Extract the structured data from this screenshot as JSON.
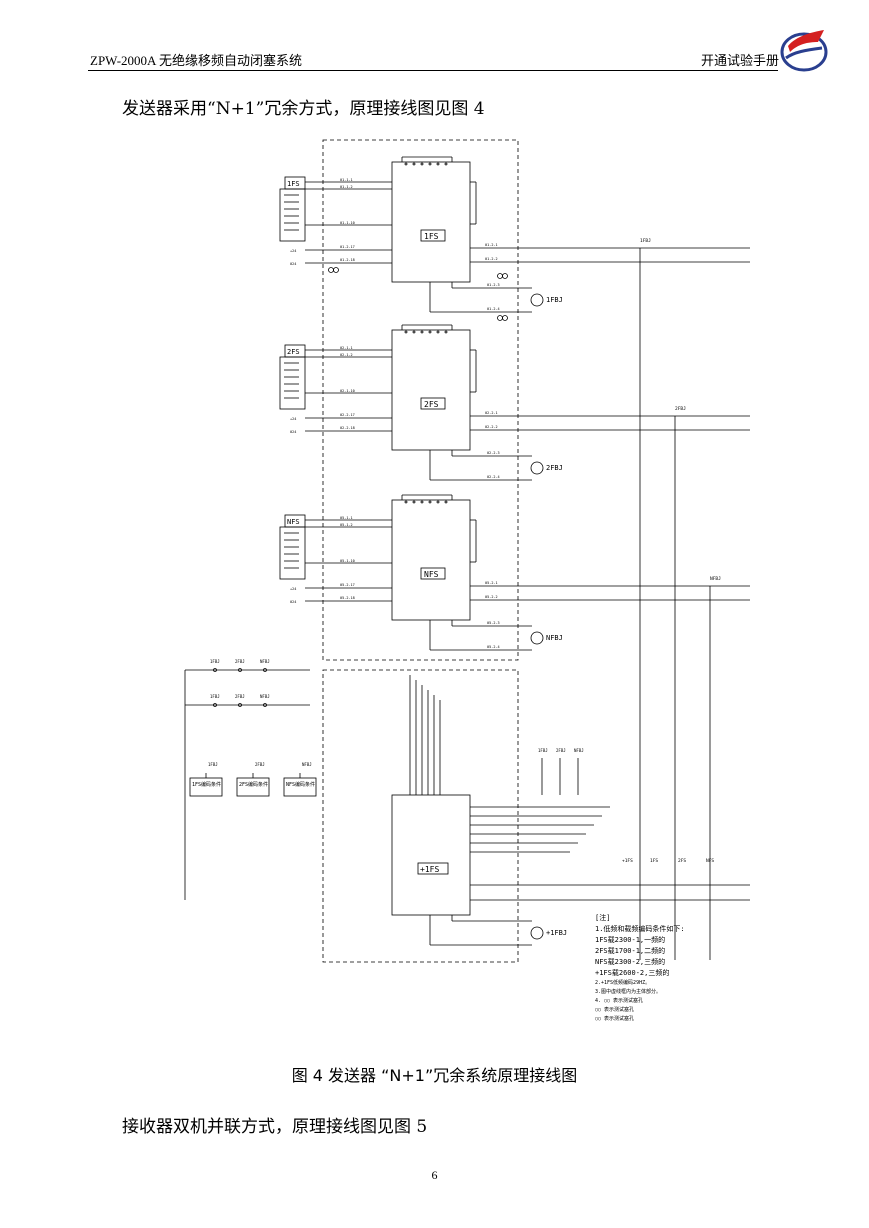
{
  "header": {
    "left_title": "ZPW-2000A 无绝缘移频自动闭塞系统",
    "right_title": "开通试验手册"
  },
  "body": {
    "intro": "发送器采用“N+1”冗余方式，原理接线图见图 4",
    "caption": "图 4    发送器 “N+1”冗余系统原理接线图",
    "outro": "接收器双机并联方式，原理接线图见图 5"
  },
  "page_number": "6",
  "diagram": {
    "units": [
      {
        "name": "1FS",
        "relay": "1FBJ",
        "note_relay": "1FBJ",
        "pre": "01"
      },
      {
        "name": "2FS",
        "relay": "2FBJ",
        "note_relay": "2FBJ",
        "pre": "02"
      },
      {
        "name": "NFS",
        "relay": "NFBJ",
        "note_relay": "NFBJ",
        "pre": "05"
      }
    ],
    "plus_unit": {
      "name": "+1FS",
      "relay": "+1FBJ"
    },
    "side_boxes": [
      "1FS",
      "2FS",
      "NFS"
    ],
    "code_boxes": [
      "1FS编码条件",
      "2FS编码条件",
      "NFS编码条件"
    ],
    "notes_title": "[注]",
    "notes": [
      "1.低频和载频编码条件如下:",
      "1FS载2300-1,一频的",
      "2FS载1700-1,二频的",
      "NFS载2300-2,三频的",
      "+1FS载2600-2,三频的",
      "2.+1FS低频编码29HZ。",
      "3.图中虚线框内为主体部分。",
      "4. ○○ 表示测试塞孔",
      "○○ 表示测试塞孔",
      "○○ 表示测试塞孔"
    ]
  }
}
